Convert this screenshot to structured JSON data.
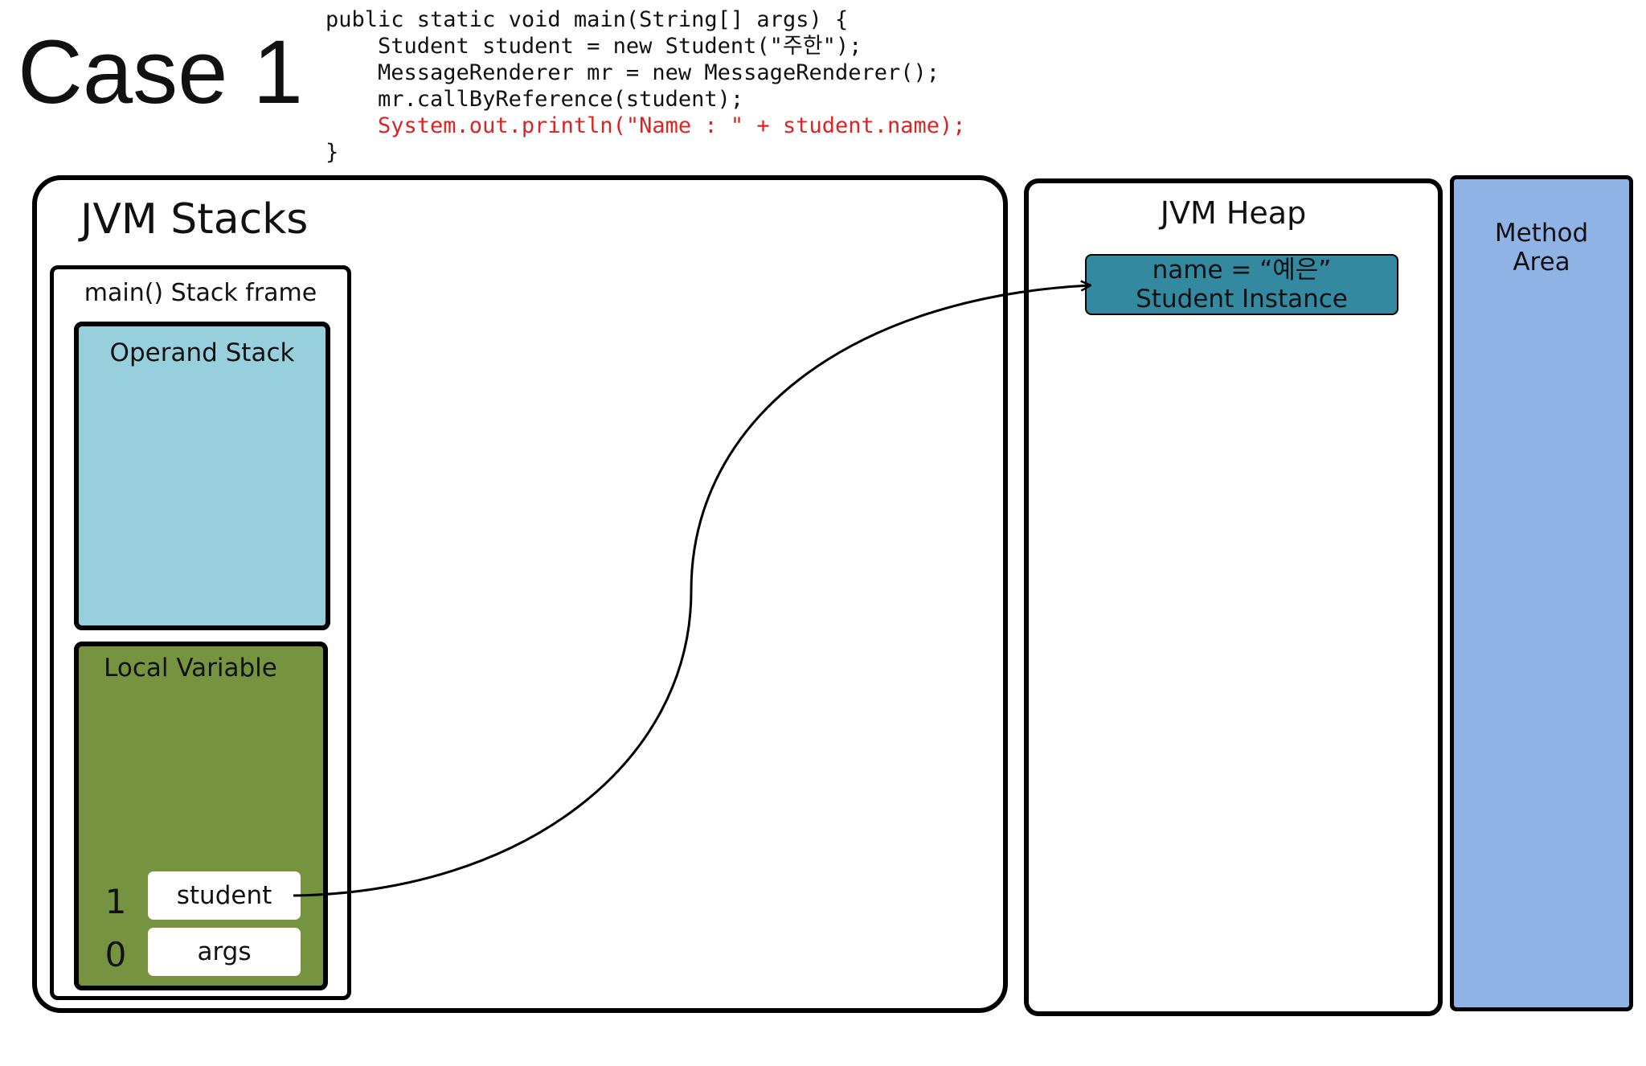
{
  "case_title": "Case 1",
  "code_lines": [
    {
      "text": "public static void main(String[] args) {",
      "highlight": false
    },
    {
      "text": "    Student student = new Student(\"주한\");",
      "highlight": false
    },
    {
      "text": "    MessageRenderer mr = new MessageRenderer();",
      "highlight": false
    },
    {
      "text": "    mr.callByReference(student);",
      "highlight": false
    },
    {
      "text": "    System.out.println(\"Name : \" + student.name);",
      "highlight": true
    },
    {
      "text": "}",
      "highlight": false
    }
  ],
  "jvm_stacks": {
    "title": "JVM Stacks",
    "frame": {
      "title": "main() Stack frame",
      "operand_stack": {
        "title": "Operand Stack"
      },
      "local_variable": {
        "title": "Local Variable",
        "slots": [
          {
            "index": "1",
            "name": "student"
          },
          {
            "index": "0",
            "name": "args"
          }
        ]
      }
    }
  },
  "jvm_heap": {
    "title": "JVM Heap",
    "instance": {
      "line1": "name = “예은”",
      "line2": "Student Instance"
    }
  },
  "method_area": {
    "title": "Method\nArea"
  },
  "colors": {
    "operand_stack": "#97cfdc",
    "local_variable": "#76943f",
    "instance": "#338aa0",
    "method_area": "#90b3e6",
    "code_highlight": "#dd2222"
  }
}
